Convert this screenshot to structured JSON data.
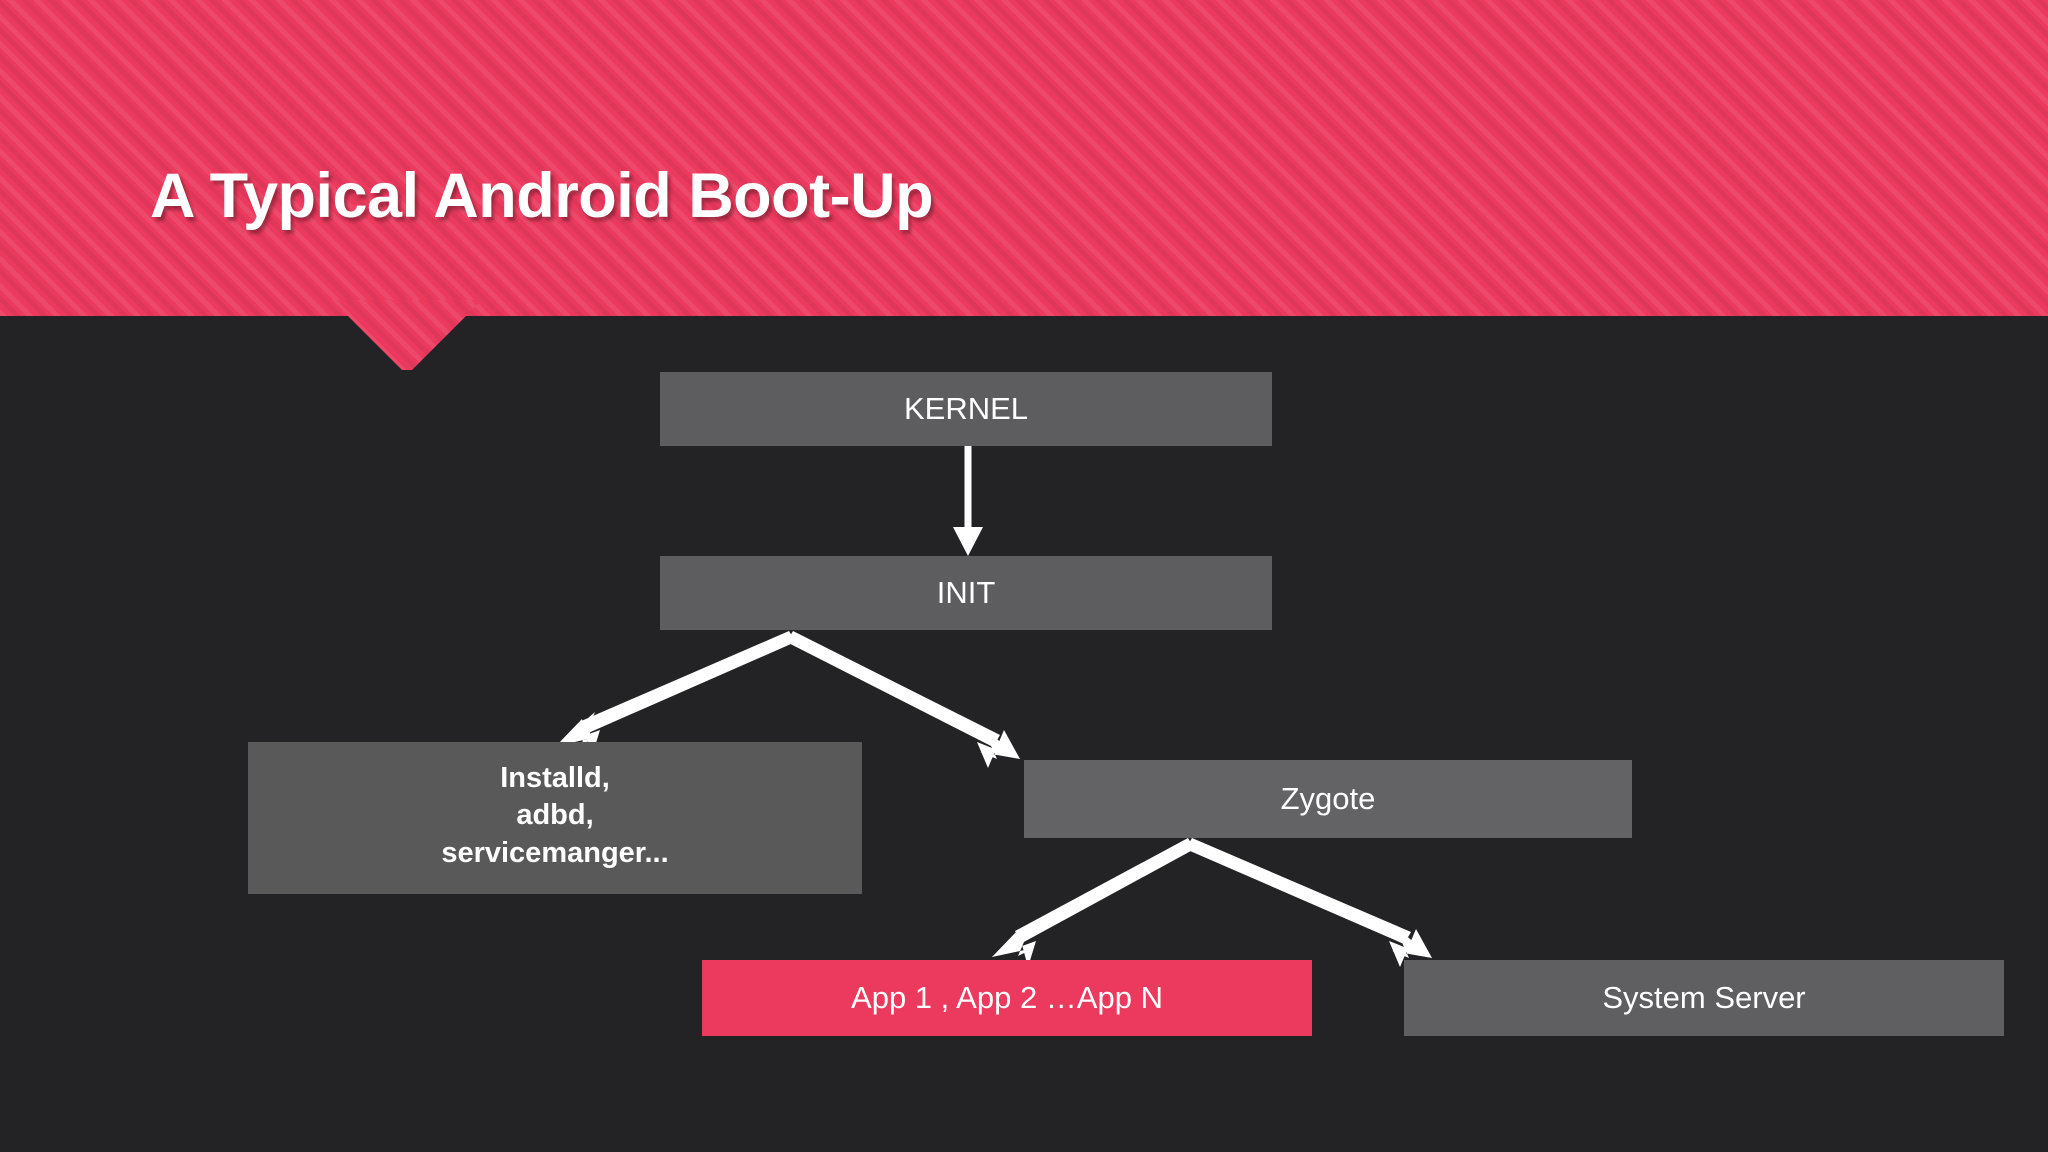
{
  "slide": {
    "title": "A Typical Android Boot-Up",
    "background_color": "#232326",
    "header_color": "#ec3a5e",
    "accent_color": "#ec3a5e",
    "box_color": "#5d5d60",
    "text_color": "#ffffff"
  },
  "diagram": {
    "type": "flowchart",
    "orientation": "top-down",
    "nodes": [
      {
        "id": "kernel",
        "label": "KERNEL",
        "color": "#5d5d60",
        "bold": false
      },
      {
        "id": "init",
        "label": "INIT",
        "color": "#5d5d60",
        "bold": false
      },
      {
        "id": "installd",
        "label": "Installd,\nadbd,\nservicemanger...",
        "line1": "Installd,",
        "line2": "adbd,",
        "line3": "servicemanger...",
        "color": "#595959",
        "bold": true
      },
      {
        "id": "zygote",
        "label": "Zygote",
        "color": "#636366",
        "bold": false
      },
      {
        "id": "apps",
        "label": "App 1 , App 2 …App N",
        "color": "#ec3a5e",
        "bold": false
      },
      {
        "id": "system_server",
        "label": "System Server",
        "color": "#5f5f62",
        "bold": false
      }
    ],
    "edges": [
      {
        "from": "kernel",
        "to": "init",
        "style": "solid-arrow",
        "color": "#ffffff"
      },
      {
        "from": "init",
        "to": "installd",
        "style": "solid-arrow",
        "color": "#ffffff"
      },
      {
        "from": "init",
        "to": "zygote",
        "style": "solid-arrow",
        "color": "#ffffff"
      },
      {
        "from": "zygote",
        "to": "apps",
        "style": "solid-arrow",
        "color": "#ffffff"
      },
      {
        "from": "zygote",
        "to": "system_server",
        "style": "solid-arrow",
        "color": "#ffffff"
      }
    ]
  }
}
